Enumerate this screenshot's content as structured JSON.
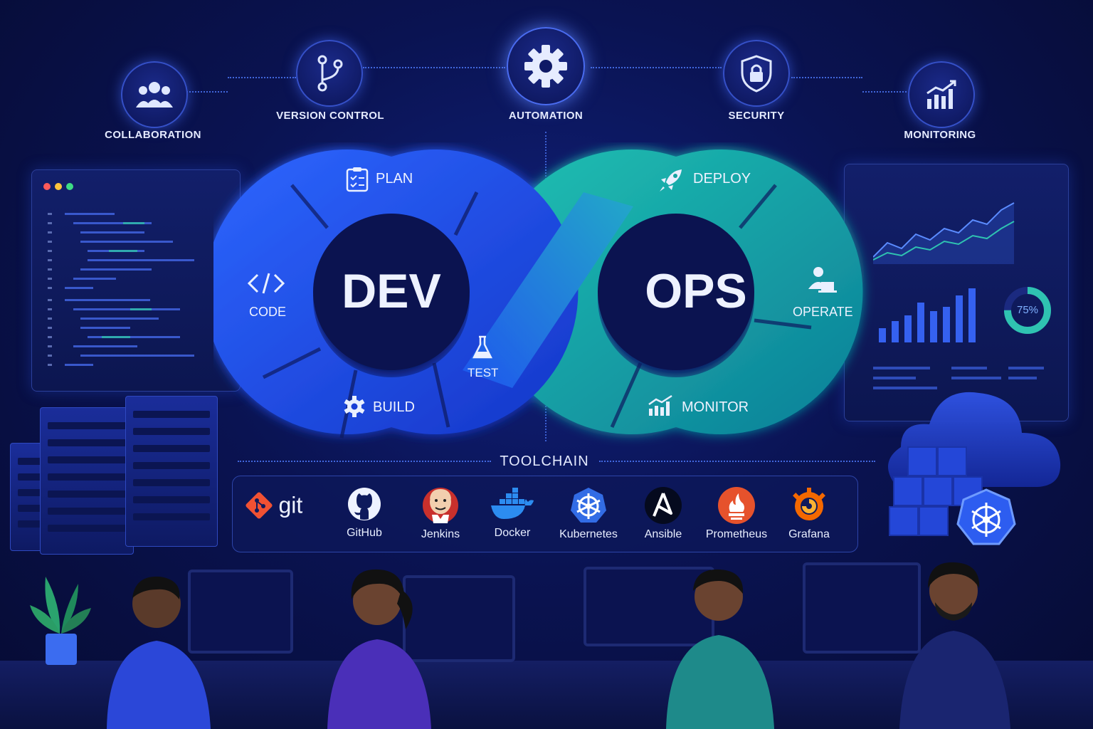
{
  "top_steps": [
    {
      "label": "COLLABORATION",
      "icon": "people-icon"
    },
    {
      "label": "VERSION CONTROL",
      "icon": "branch-icon"
    },
    {
      "label": "AUTOMATION",
      "icon": "gear-icon"
    },
    {
      "label": "SECURITY",
      "icon": "shield-lock-icon"
    },
    {
      "label": "MONITORING",
      "icon": "bar-chart-up-icon"
    }
  ],
  "loop": {
    "dev_label": "DEV",
    "ops_label": "OPS",
    "stages": {
      "plan": "PLAN",
      "code": "CODE",
      "build": "BUILD",
      "test": "TEST",
      "deploy": "DEPLOY",
      "operate": "OPERATE",
      "monitor": "MONITOR"
    }
  },
  "toolchain": {
    "title": "TOOLCHAIN",
    "tools": [
      {
        "name": "git",
        "icon": "git-icon"
      },
      {
        "name": "GitHub",
        "icon": "github-icon"
      },
      {
        "name": "Jenkins",
        "icon": "jenkins-icon"
      },
      {
        "name": "Docker",
        "icon": "docker-icon"
      },
      {
        "name": "Kubernetes",
        "icon": "kubernetes-icon"
      },
      {
        "name": "Ansible",
        "icon": "ansible-icon"
      },
      {
        "name": "Prometheus",
        "icon": "prometheus-icon"
      },
      {
        "name": "Grafana",
        "icon": "grafana-icon"
      }
    ]
  },
  "dashboard": {
    "donut_value": "75%",
    "donut_fraction": 0.75
  },
  "colors": {
    "dev_blue": "#1f4ff0",
    "ops_teal": "#14a3a0",
    "accent": "#4f7cff"
  }
}
